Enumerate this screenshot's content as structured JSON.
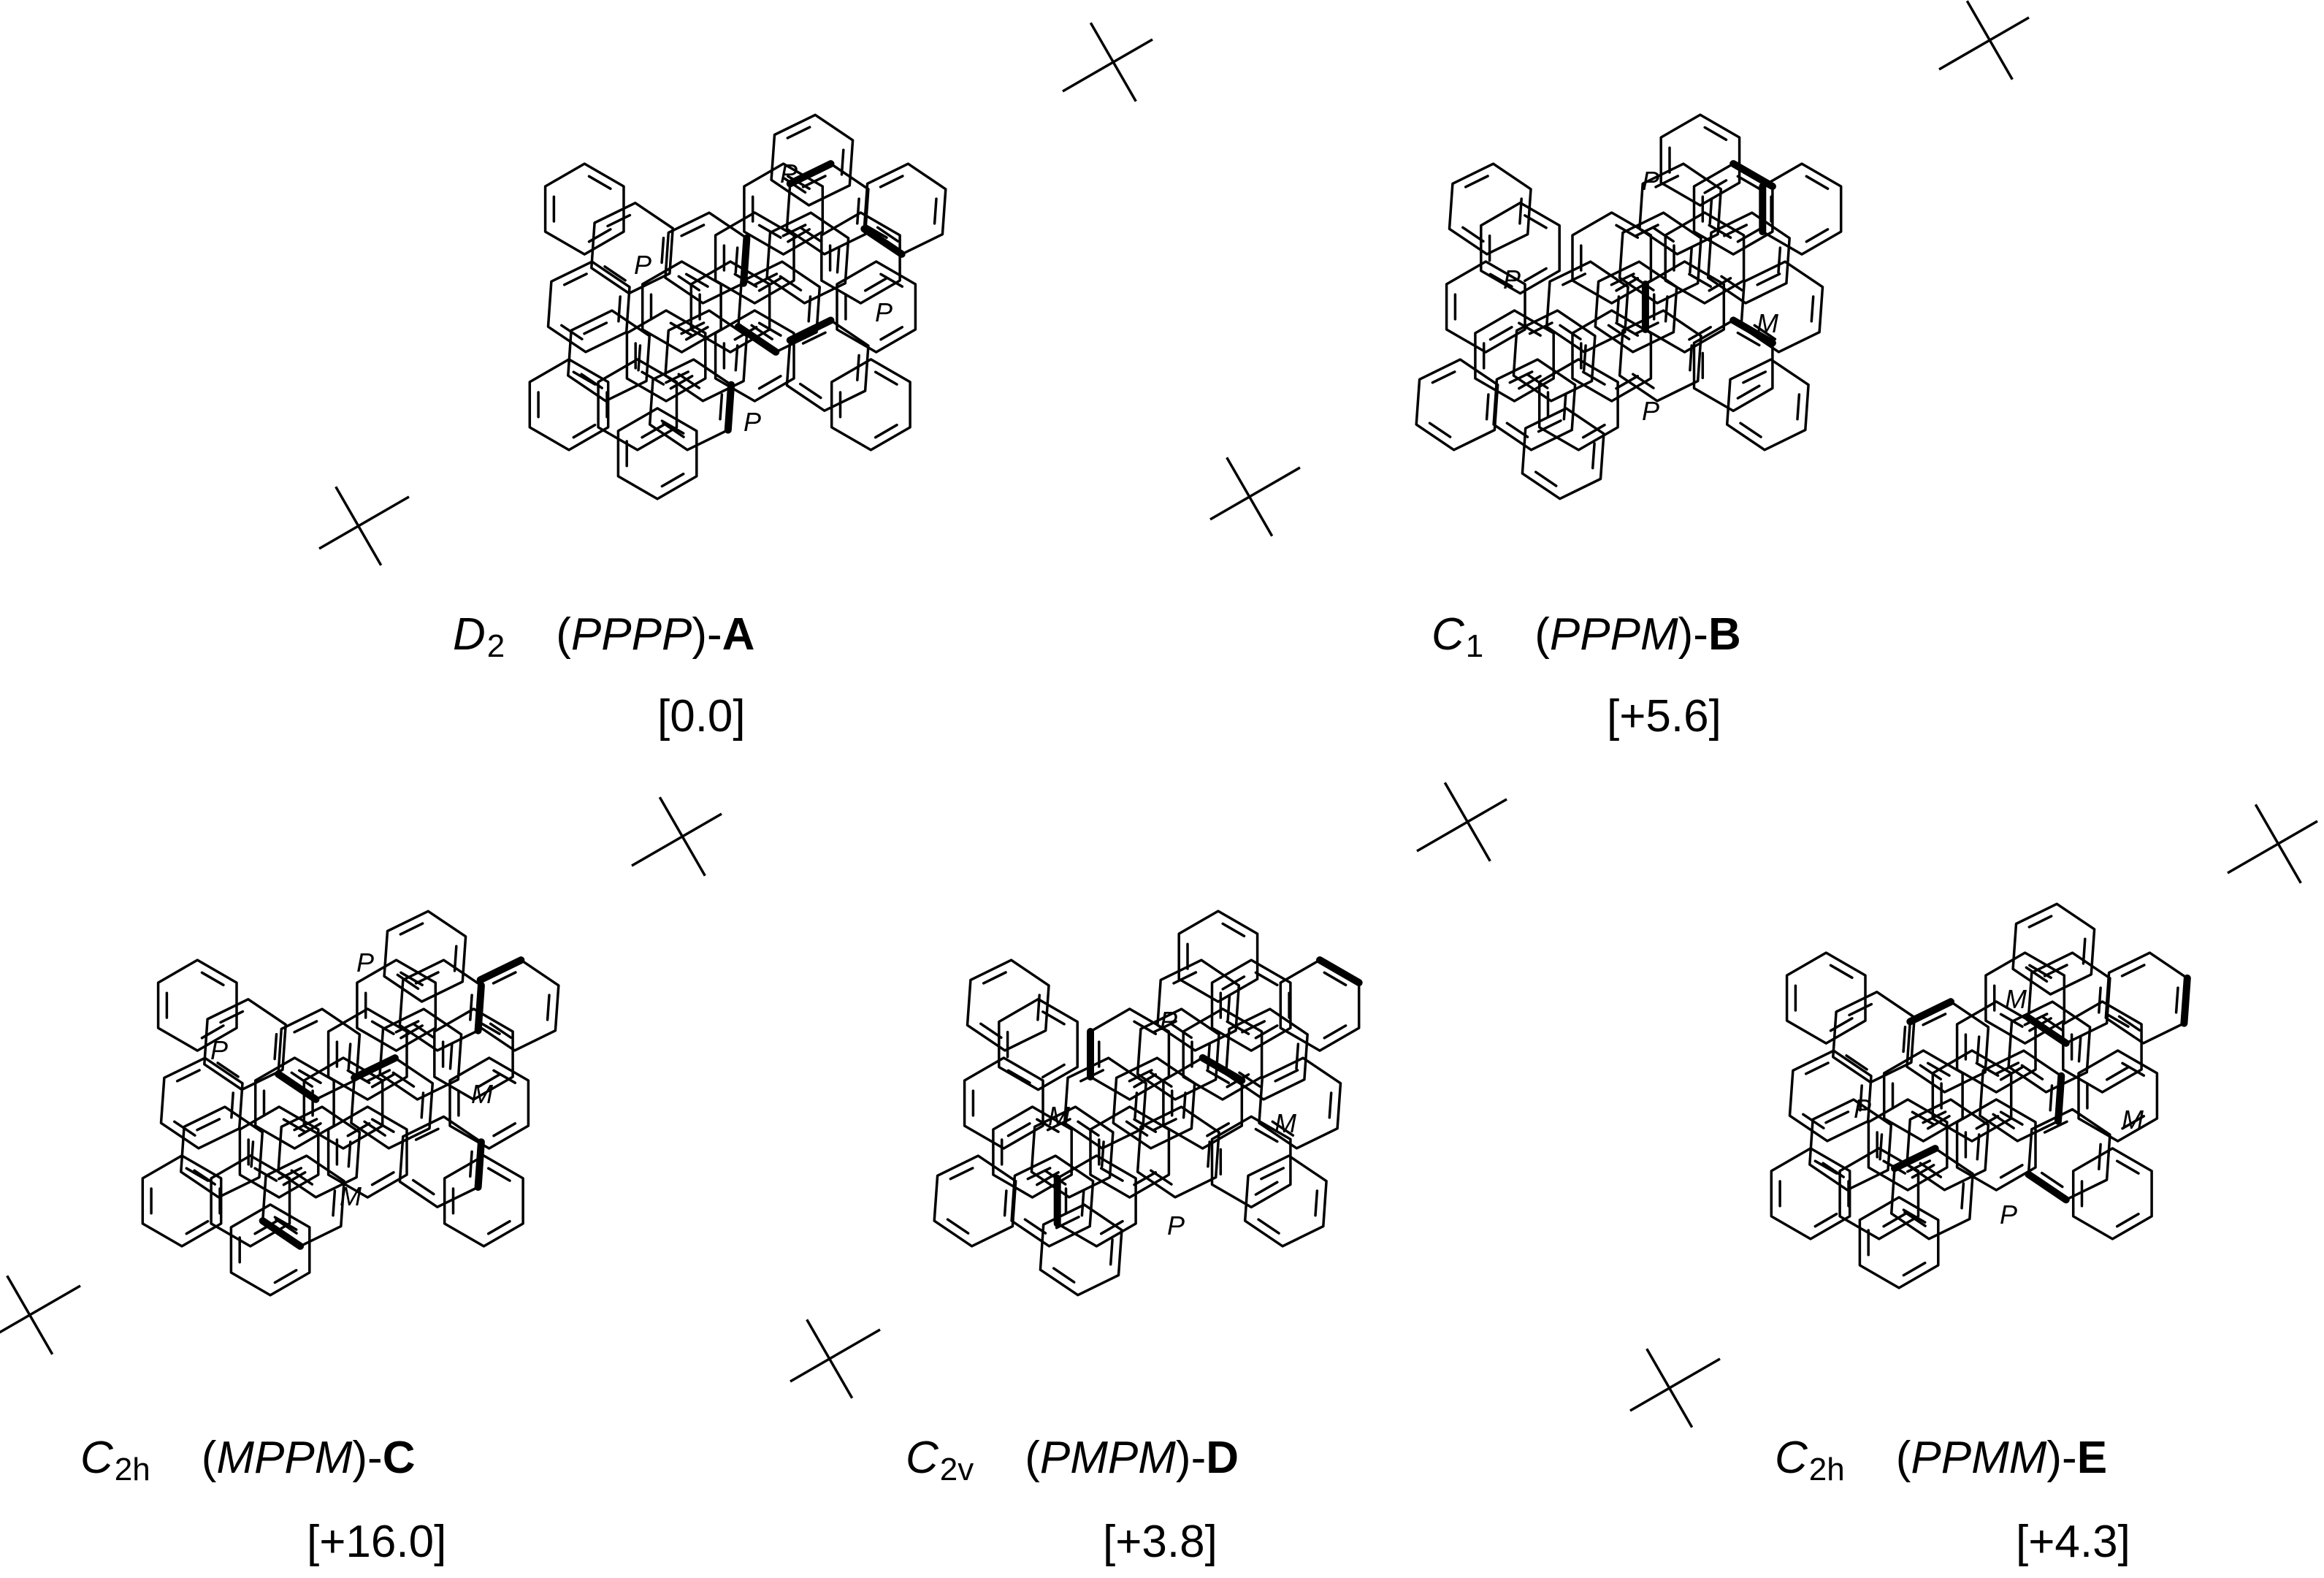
{
  "isomers": [
    {
      "id": "A",
      "symmetry_main": "D",
      "symmetry_sub": "2",
      "configuration": "PPPP",
      "label": "A",
      "energy": "[0.0]",
      "helix_labels": [
        "P",
        "P",
        "P",
        "P"
      ]
    },
    {
      "id": "B",
      "symmetry_main": "C",
      "symmetry_sub": "1",
      "configuration": "PPPM",
      "label": "B",
      "energy": "[+5.6]",
      "helix_labels": [
        "P",
        "P",
        "M",
        "P"
      ]
    },
    {
      "id": "C",
      "symmetry_main": "C",
      "symmetry_sub": "2h",
      "configuration": "MPPM",
      "label": "C",
      "energy": "[+16.0]",
      "helix_labels": [
        "P",
        "P",
        "M",
        "M"
      ]
    },
    {
      "id": "D",
      "symmetry_main": "C",
      "symmetry_sub": "2v",
      "configuration": "PMPM",
      "label": "D",
      "energy": "[+3.8]",
      "helix_labels": [
        "P",
        "M",
        "M",
        "P"
      ]
    },
    {
      "id": "E",
      "symmetry_main": "C",
      "symmetry_sub": "2h",
      "configuration": "PPMM",
      "label": "E",
      "energy": "[+4.3]",
      "helix_labels": [
        "M",
        "P",
        "M",
        "P"
      ]
    }
  ],
  "punct": {
    "open_paren": "(",
    "close_paren_dash": ")-"
  }
}
